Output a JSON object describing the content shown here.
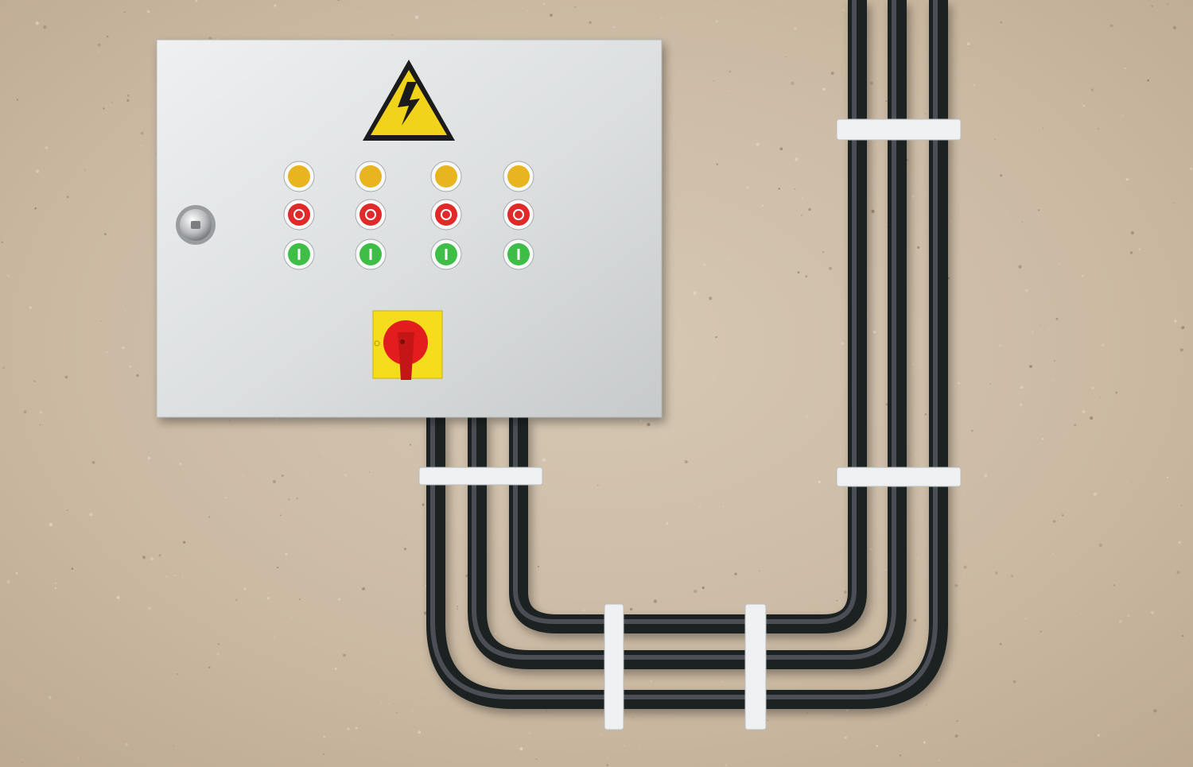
{
  "scene": {
    "wall_color": "#cdbca6",
    "panel_color": "#dfe1e2",
    "cable_color": "#2f3336",
    "clamp_color": "#eef0f1"
  },
  "warning_sign": {
    "icon": "high-voltage-icon",
    "color": "#f2d31b"
  },
  "indicator_rows": [
    {
      "name": "yellow",
      "color": "#e8b521",
      "symbol": "none",
      "count": 4
    },
    {
      "name": "red",
      "color": "#e02a2a",
      "symbol": "ring",
      "count": 4
    },
    {
      "name": "green",
      "color": "#3fbe47",
      "symbol": "bar",
      "count": 4
    }
  ],
  "main_switch": {
    "base_color": "#f5dc1c",
    "knob_color": "#e31d1d"
  },
  "lock": {
    "icon": "keylock-icon"
  }
}
